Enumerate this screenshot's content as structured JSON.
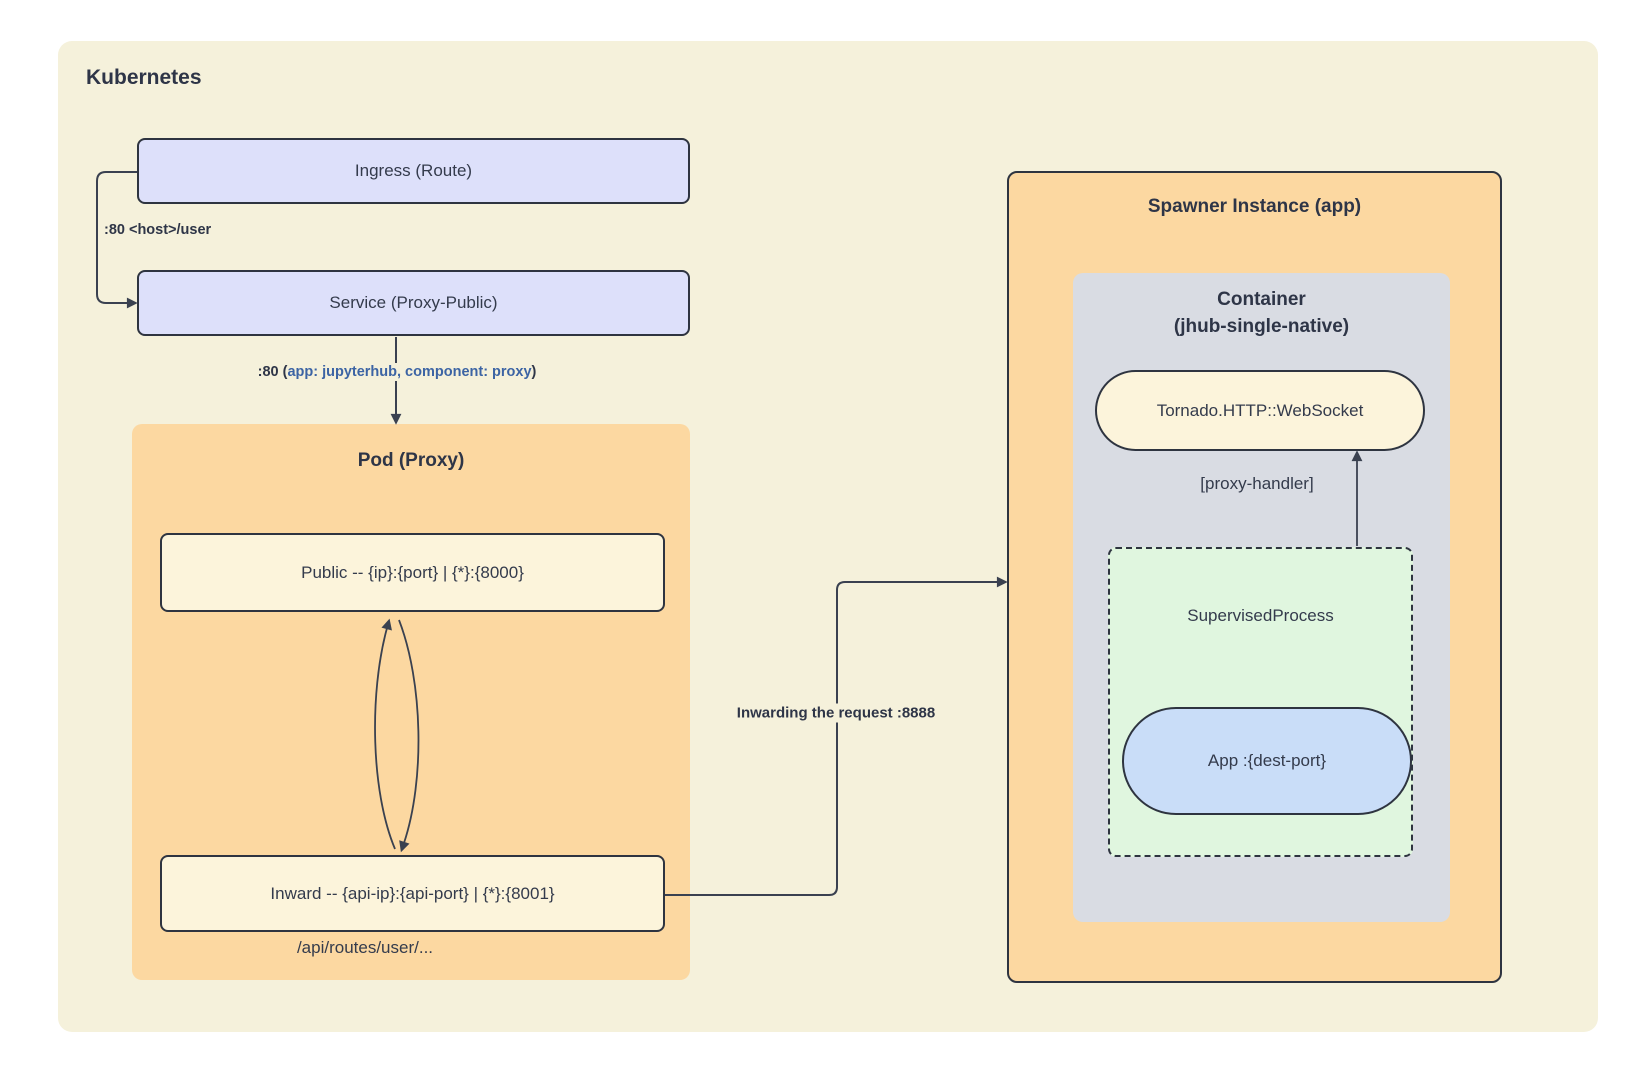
{
  "colors": {
    "page_background": "#FFFFFF",
    "cluster_background": "#F5F1DB",
    "node_lavender": "#DDE0FA",
    "node_orange": "#FCD8A1",
    "node_cream": "#FCF4DB",
    "node_gray": "#D9DCE3",
    "node_green": "#E0F6DF",
    "node_blue": "#C9DDF8",
    "stroke_dark": "#2E3440",
    "text_dark": "#343B4C",
    "edge_label_blue": "#3C64A4"
  },
  "cluster": {
    "title": "Kubernetes"
  },
  "nodes": {
    "ingress": {
      "label": "Ingress (Route)"
    },
    "service": {
      "label": "Service (Proxy-Public)"
    },
    "pod": {
      "title": "Pod (Proxy)",
      "public_endpoint": {
        "label": "Public -- {ip}:{port} | {*}:{8000}"
      },
      "inward_endpoint": {
        "label": "Inward -- {api-ip}:{api-port} | {*}:{8001}"
      },
      "routes_note": "/api/routes/user/..."
    },
    "spawner": {
      "title": "Spawner Instance (app)",
      "container": {
        "title_line1": "Container",
        "title_line2": "(jhub-single-native)",
        "tornado": {
          "label": "Tornado.HTTP::WebSocket"
        },
        "proxy_handler_label": "[proxy-handler]",
        "supervised_process": {
          "label": "SupervisedProcess",
          "app": {
            "label": "App :{dest-port}"
          }
        }
      }
    }
  },
  "edges": {
    "ingress_to_service": {
      "label": ":80 <host>/user"
    },
    "service_to_pod": {
      "prefix": ":80 (",
      "selector": "app: jupyterhub, component: proxy",
      "suffix": ")"
    },
    "inward_to_spawner": {
      "label": "Inwarding the request :8888"
    }
  }
}
